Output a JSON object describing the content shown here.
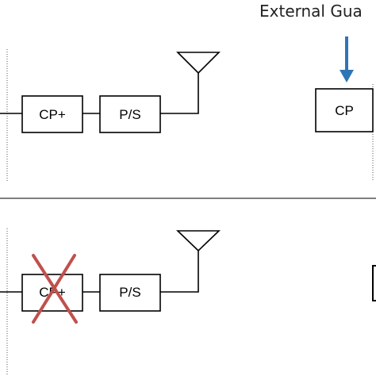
{
  "annotation": {
    "text": "External Gua"
  },
  "panels": [
    {
      "blocks": [
        {
          "label": "CP+",
          "crossed_out": false
        },
        {
          "label": "P/S"
        }
      ],
      "right_block": {
        "label": "CP"
      }
    },
    {
      "blocks": [
        {
          "label": "CP+",
          "crossed_out": true
        },
        {
          "label": "P/S"
        }
      ]
    }
  ],
  "colors": {
    "arrow": "#2e75b6",
    "cross": "#c0504d",
    "line": "#000000",
    "dotted_line": "#555555",
    "separator": "#333333"
  }
}
